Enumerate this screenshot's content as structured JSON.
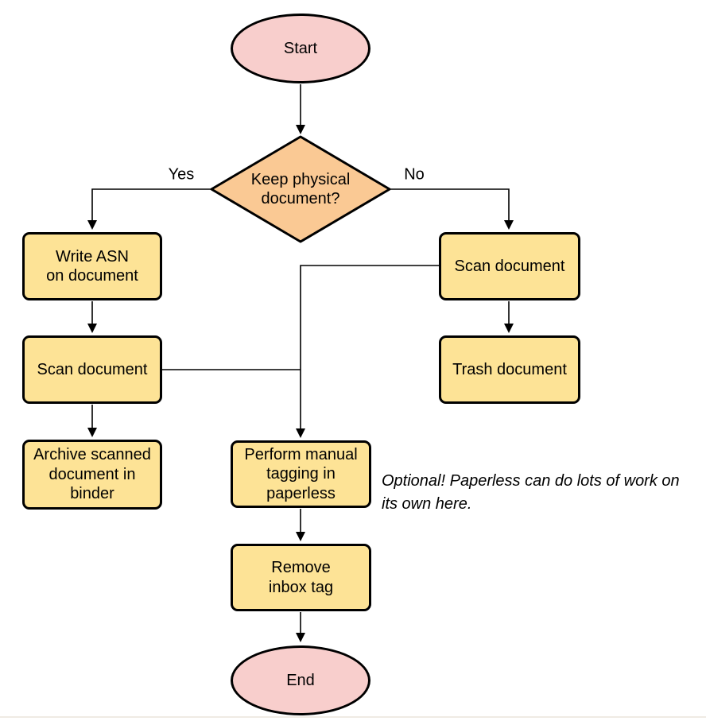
{
  "colors": {
    "terminal_fill": "#F8CECC",
    "decision_fill": "#FAC994",
    "process_fill": "#FDE396",
    "stroke": "#000000",
    "divider": "#F0EBE4"
  },
  "nodes": {
    "start": {
      "label": "Start"
    },
    "decision": {
      "label": "Keep physical\ndocument?"
    },
    "write_asn": {
      "label": "Write ASN\non document"
    },
    "scan_left": {
      "label": "Scan document"
    },
    "archive_binder": {
      "label": "Archive scanned\ndocument in\nbinder"
    },
    "scan_right": {
      "label": "Scan document"
    },
    "trash": {
      "label": "Trash document"
    },
    "manual_tagging": {
      "label": "Perform manual\ntagging in\npaperless"
    },
    "remove_inbox_tag": {
      "label": "Remove\ninbox tag"
    },
    "end": {
      "label": "End"
    }
  },
  "edge_labels": {
    "yes": "Yes",
    "no": "No"
  },
  "note": {
    "text": "Optional! Paperless can do lots of work on\nits own here."
  }
}
